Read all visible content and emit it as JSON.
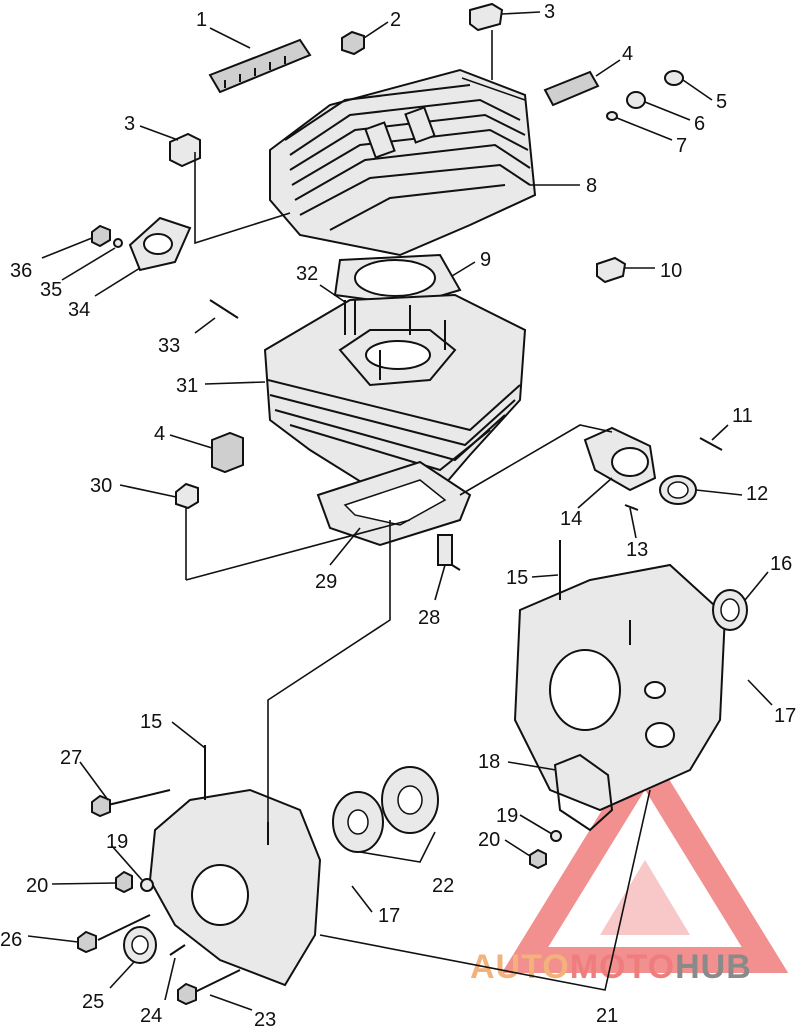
{
  "callouts": [
    "1",
    "2",
    "3",
    "3",
    "4",
    "5",
    "6",
    "7",
    "8",
    "36",
    "35",
    "34",
    "9",
    "10",
    "32",
    "33",
    "31",
    "11",
    "4",
    "12",
    "30",
    "14",
    "13",
    "29",
    "15",
    "16",
    "28",
    "17",
    "18",
    "15",
    "27",
    "19",
    "19",
    "20",
    "20",
    "22",
    "17",
    "26",
    "25",
    "24",
    "23",
    "21"
  ],
  "watermark": {
    "part1": "AUTO",
    "part2": "MOTO",
    "part3": "HUB",
    "color1": "#f2b27a",
    "color2": "#ef7d7d",
    "color3": "#8a8a8a",
    "logo_color": "#ee6a6a"
  }
}
